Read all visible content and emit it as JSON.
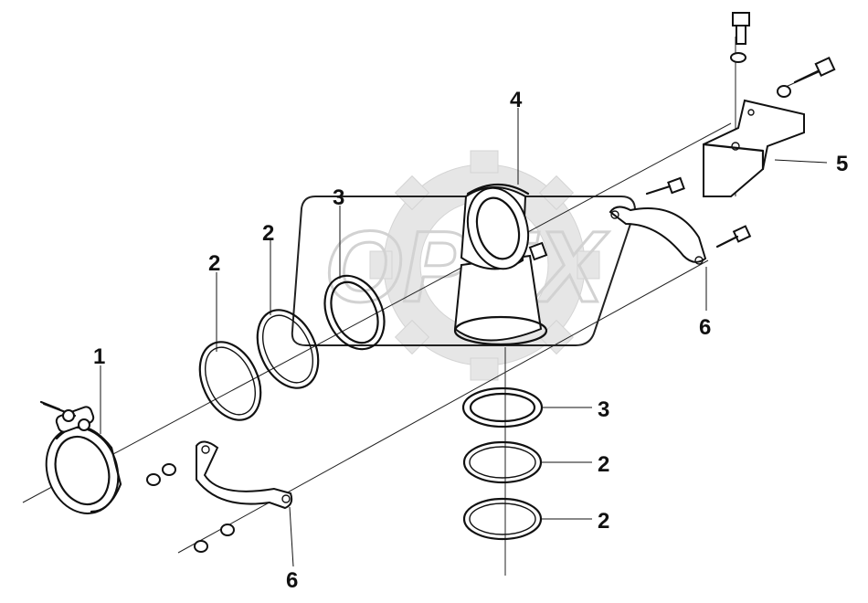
{
  "watermark": {
    "text": "OPEX"
  },
  "callouts": [
    {
      "id": "clamp",
      "label": "1"
    },
    {
      "id": "seal-ring-a",
      "label": "2"
    },
    {
      "id": "seal-ring-b",
      "label": "2"
    },
    {
      "id": "seal-ring-c",
      "label": "2"
    },
    {
      "id": "seal-ring-d",
      "label": "2"
    },
    {
      "id": "o-ring-a",
      "label": "3"
    },
    {
      "id": "o-ring-b",
      "label": "3"
    },
    {
      "id": "elbow-pipe",
      "label": "4"
    },
    {
      "id": "bracket",
      "label": "5"
    },
    {
      "id": "clamp-half-a",
      "label": "6"
    },
    {
      "id": "clamp-half-b",
      "label": "6"
    }
  ]
}
